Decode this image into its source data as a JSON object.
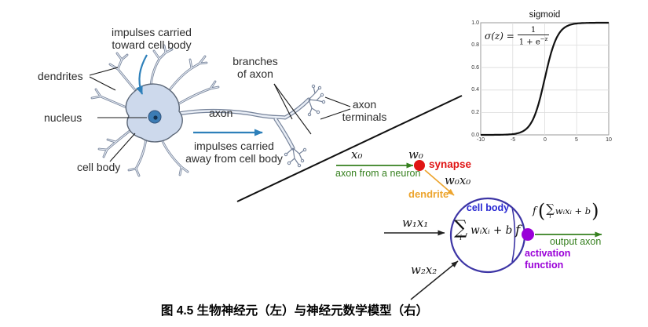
{
  "caption": "图 4.5 生物神经元（左）与神经元数学模型（右）",
  "colors": {
    "green": "#36801f",
    "red": "#e01414",
    "orange": "#eda52f",
    "indigo": "#3d35a5",
    "celltext": "#2828d2",
    "purple": "#9a00d8",
    "blue": "#2e80ba",
    "ink": "#1d1d1d"
  },
  "bio": {
    "impulses_toward": [
      "impulses carried",
      "toward cell body"
    ],
    "dendrites": "dendrites",
    "nucleus": "nucleus",
    "cell_body": "cell body",
    "axon": "axon",
    "impulses_away": [
      "impulses carried",
      "away from cell body"
    ],
    "branches": [
      "branches",
      "of axon"
    ],
    "axon_terminals": [
      "axon",
      "terminals"
    ]
  },
  "chart_data": {
    "type": "line",
    "title": "sigmoid",
    "formula": {
      "lhs": "σ(z) =",
      "numerator": "1",
      "denominator_base": "1 + e",
      "denominator_exp": "−z"
    },
    "x_range": [
      -10,
      10
    ],
    "y_range": [
      0.0,
      1.0
    ],
    "x_ticks": [
      "-10",
      "-5",
      "0",
      "5",
      "10"
    ],
    "y_ticks_top_down": [
      "1.0",
      "0.8",
      "0.6",
      "0.4",
      "0.2",
      "0.0"
    ],
    "grid": true,
    "legend": "none",
    "series": [
      {
        "name": "sigmoid",
        "function": "1/(1+exp(-z))",
        "sample_points": [
          [
            -10,
            0.0
          ],
          [
            -5,
            0.007
          ],
          [
            -2,
            0.12
          ],
          [
            0,
            0.5
          ],
          [
            2,
            0.88
          ],
          [
            5,
            0.993
          ],
          [
            10,
            1.0
          ]
        ]
      }
    ]
  },
  "model": {
    "x0": "x₀",
    "w0": "w₀",
    "axon_from_neuron": "axon from a neuron",
    "synapse": "synapse",
    "w0x0": "w₀x₀",
    "dendrite": "dendrite",
    "w1x1": "w₁x₁",
    "w2x2": "w₂x₂",
    "cell_body": "cell body",
    "sum": {
      "sigma": "∑",
      "limit": "i",
      "expr": "wᵢxᵢ + b"
    },
    "f": "f",
    "out_formula": {
      "prefix": "f",
      "open": "(",
      "sigma": "∑",
      "limit": "i",
      "expr": "wᵢxᵢ + b",
      "close": ")"
    },
    "output_axon": "output axon",
    "activation": [
      "activation",
      "function"
    ]
  }
}
